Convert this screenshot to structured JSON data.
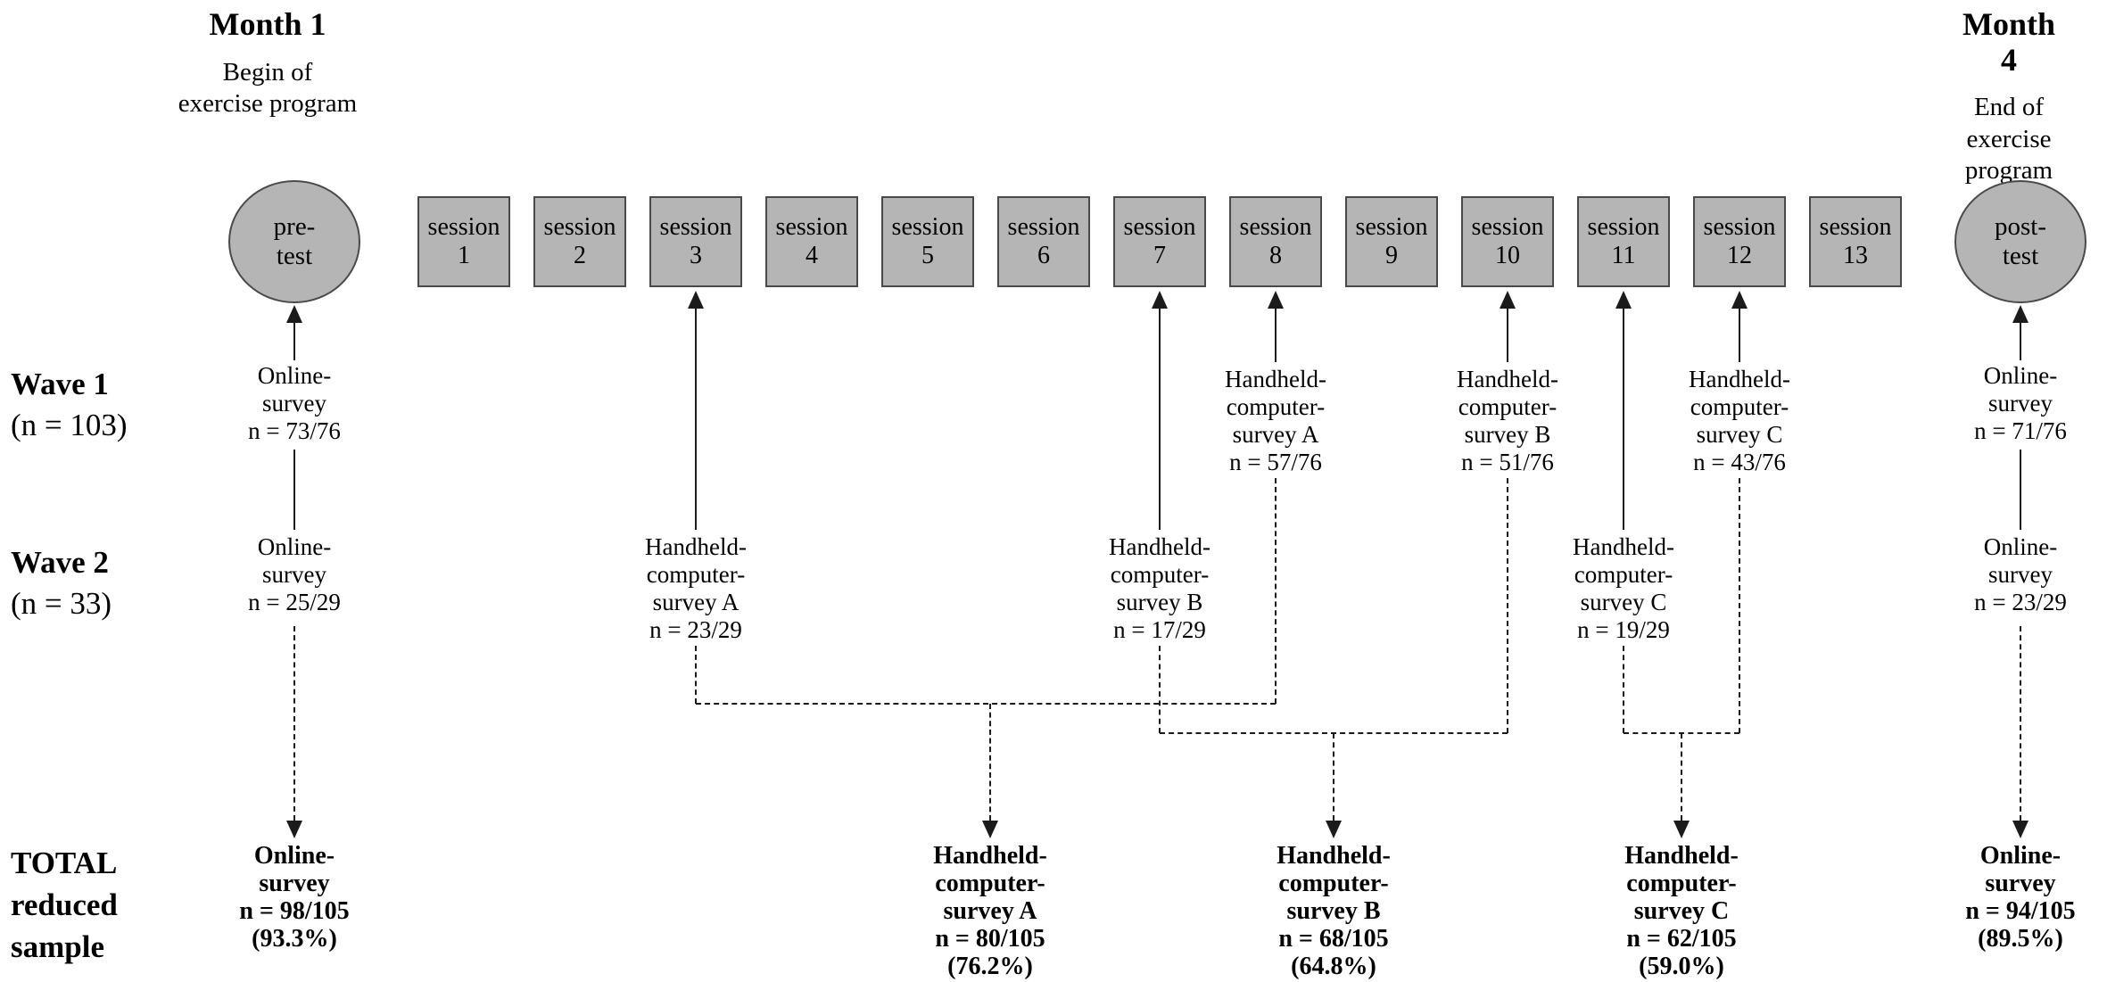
{
  "colors": {
    "background": "#ffffff",
    "shape_fill": "#b5b5b5",
    "shape_border": "#4a4a4a",
    "line": "#1b1b1b",
    "text": "#000000"
  },
  "header": {
    "start": {
      "title": "Month 1",
      "subtitle_lines": [
        "Begin of",
        "exercise program"
      ]
    },
    "end": {
      "title": "Month 4",
      "subtitle_lines": [
        "End of",
        "exercise program"
      ]
    }
  },
  "row_labels": {
    "wave1": {
      "label": "Wave 1",
      "sublabel": "(n = 103)"
    },
    "wave2": {
      "label": "Wave 2",
      "sublabel": "(n = 33)"
    },
    "total": {
      "label_lines": [
        "TOTAL",
        "reduced",
        "sample"
      ]
    }
  },
  "timeline": {
    "pretest_lines": [
      "pre-",
      "test"
    ],
    "posttest_lines": [
      "post-",
      "test"
    ],
    "session_word": "session",
    "session_numbers": [
      "1",
      "2",
      "3",
      "4",
      "5",
      "6",
      "7",
      "8",
      "9",
      "10",
      "11",
      "12",
      "13"
    ]
  },
  "entries": {
    "wave1": [
      {
        "col": "pre",
        "lines": [
          "Online-",
          "survey",
          "n = 73/76"
        ]
      },
      {
        "col": "s8",
        "lines": [
          "Handheld-",
          "computer-",
          "survey A",
          "n = 57/76"
        ]
      },
      {
        "col": "s10",
        "lines": [
          "Handheld-",
          "computer-",
          "survey B",
          "n = 51/76"
        ]
      },
      {
        "col": "s12",
        "lines": [
          "Handheld-",
          "computer-",
          "survey C",
          "n = 43/76"
        ]
      },
      {
        "col": "post",
        "lines": [
          "Online-",
          "survey",
          "n = 71/76"
        ]
      }
    ],
    "wave2": [
      {
        "col": "pre",
        "lines": [
          "Online-",
          "survey",
          "n = 25/29"
        ]
      },
      {
        "col": "s3",
        "lines": [
          "Handheld-",
          "computer-",
          "survey A",
          "n = 23/29"
        ]
      },
      {
        "col": "s7",
        "lines": [
          "Handheld-",
          "computer-",
          "survey B",
          "n = 17/29"
        ]
      },
      {
        "col": "s11",
        "lines": [
          "Handheld-",
          "computer-",
          "survey C",
          "n = 19/29"
        ]
      },
      {
        "col": "post",
        "lines": [
          "Online-",
          "survey",
          "n = 23/29"
        ]
      }
    ],
    "total": [
      {
        "col": "pre",
        "lines": [
          "Online-",
          "survey",
          "n = 98/105",
          "(93.3%)"
        ]
      },
      {
        "col": "mergeA",
        "lines": [
          "Handheld-",
          "computer-",
          "survey A",
          "n = 80/105",
          "(76.2%)"
        ]
      },
      {
        "col": "mergeB",
        "lines": [
          "Handheld-",
          "computer-",
          "survey B",
          "n = 68/105",
          "(64.8%)"
        ]
      },
      {
        "col": "mergeC",
        "lines": [
          "Handheld-",
          "computer-",
          "survey C",
          "n = 62/105",
          "(59.0%)"
        ]
      },
      {
        "col": "post",
        "lines": [
          "Online-",
          "survey",
          "n = 94/105",
          "(89.5%)"
        ]
      }
    ]
  },
  "merges": [
    {
      "id": "A",
      "wave2_col": "s3",
      "wave1_col": "s8",
      "target_col": "mergeA",
      "level": 1
    },
    {
      "id": "B",
      "wave2_col": "s7",
      "wave1_col": "s10",
      "target_col": "mergeB",
      "level": 2
    },
    {
      "id": "C",
      "wave2_col": "s11",
      "wave1_col": "s12",
      "target_col": "mergeC",
      "level": 2
    }
  ]
}
